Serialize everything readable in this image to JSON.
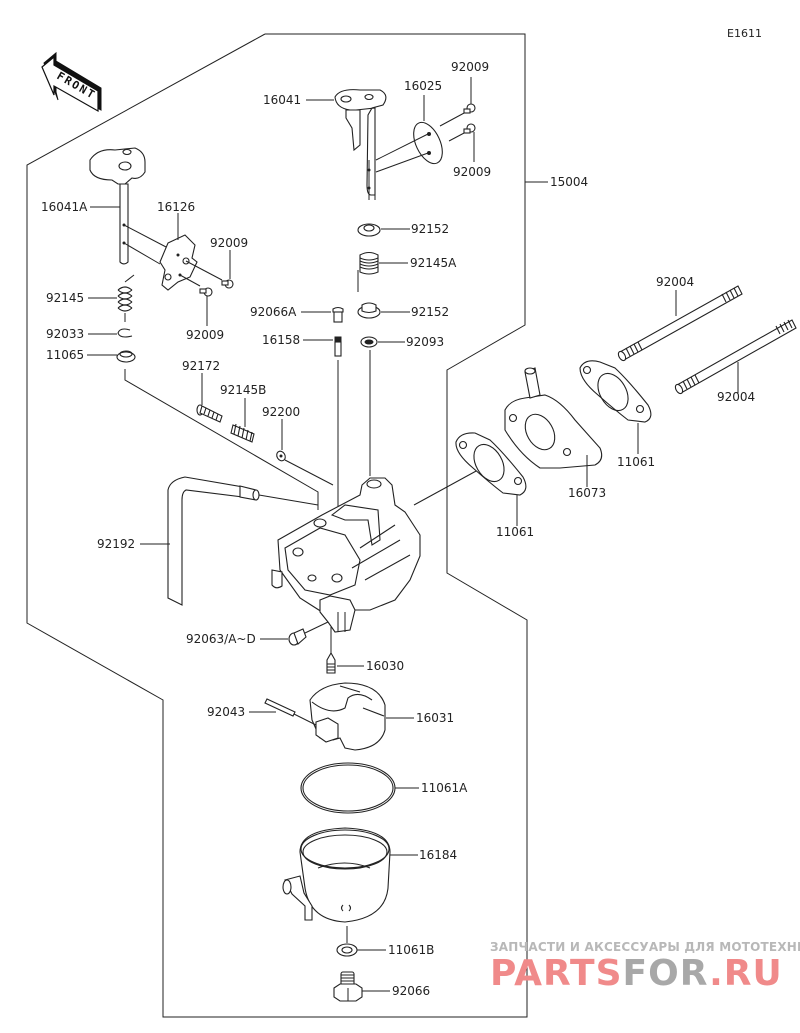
{
  "diagram": {
    "code": "E1611",
    "direction_label": "FRONT",
    "assembly_label": "15004"
  },
  "parts": [
    {
      "id": "p-16041",
      "number": "16041"
    },
    {
      "id": "p-16025",
      "number": "16025"
    },
    {
      "id": "p-92009-a",
      "number": "92009"
    },
    {
      "id": "p-92009-b",
      "number": "92009"
    },
    {
      "id": "p-15004",
      "number": "15004"
    },
    {
      "id": "p-16041a",
      "number": "16041A"
    },
    {
      "id": "p-16126",
      "number": "16126"
    },
    {
      "id": "p-92009-c",
      "number": "92009"
    },
    {
      "id": "p-92009-d",
      "number": "92009"
    },
    {
      "id": "p-92145",
      "number": "92145"
    },
    {
      "id": "p-92033",
      "number": "92033"
    },
    {
      "id": "p-11065",
      "number": "11065"
    },
    {
      "id": "p-92152-a",
      "number": "92152"
    },
    {
      "id": "p-92145a",
      "number": "92145A"
    },
    {
      "id": "p-92066a",
      "number": "92066A"
    },
    {
      "id": "p-92152-b",
      "number": "92152"
    },
    {
      "id": "p-16158",
      "number": "16158"
    },
    {
      "id": "p-92093",
      "number": "92093"
    },
    {
      "id": "p-92172",
      "number": "92172"
    },
    {
      "id": "p-92145b",
      "number": "92145B"
    },
    {
      "id": "p-92200",
      "number": "92200"
    },
    {
      "id": "p-92004-a",
      "number": "92004"
    },
    {
      "id": "p-92004-b",
      "number": "92004"
    },
    {
      "id": "p-11061-a",
      "number": "11061"
    },
    {
      "id": "p-16073",
      "number": "16073"
    },
    {
      "id": "p-11061-b",
      "number": "11061"
    },
    {
      "id": "p-92192",
      "number": "92192"
    },
    {
      "id": "p-92063",
      "number": "92063/A~D"
    },
    {
      "id": "p-16030",
      "number": "16030"
    },
    {
      "id": "p-92043",
      "number": "92043"
    },
    {
      "id": "p-16031",
      "number": "16031"
    },
    {
      "id": "p-11061a",
      "number": "11061A"
    },
    {
      "id": "p-16184",
      "number": "16184"
    },
    {
      "id": "p-11061b",
      "number": "11061B"
    },
    {
      "id": "p-92066",
      "number": "92066"
    }
  ],
  "watermark": {
    "tagline": "ЗАПЧАСТИ И АКСЕССУАРЫ ДЛЯ МОТОТЕХНИКИ",
    "brand_part1": "PARTS",
    "brand_part2": "FOR",
    "brand_part3": ".RU",
    "color_red": "#f08a8a",
    "color_gray": "#a8a8a8"
  }
}
